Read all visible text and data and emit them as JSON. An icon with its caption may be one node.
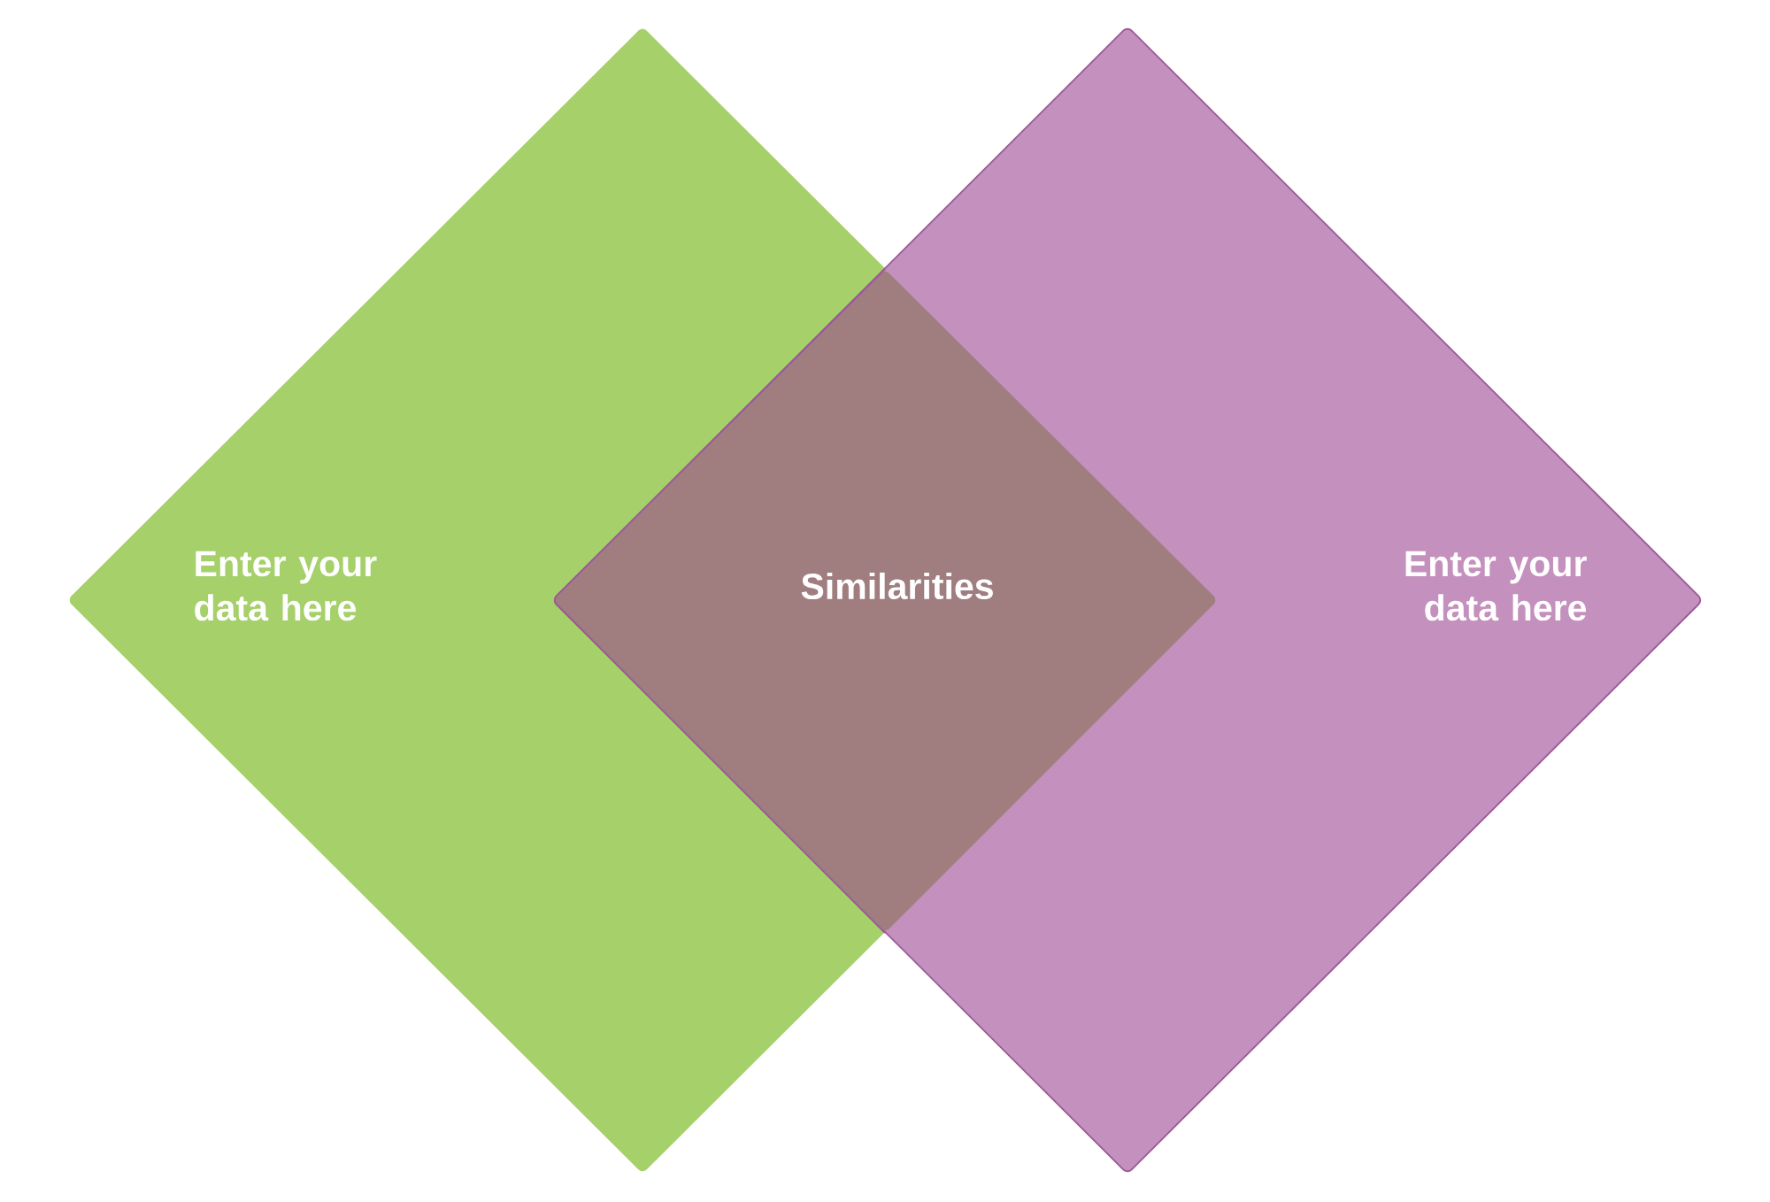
{
  "diagram": {
    "nodes": [
      {
        "text": [
          "Enter your data here"
        ]
      },
      {
        "text": [
          "Enter your data here"
        ]
      },
      {
        "text": [
          "Similarities"
        ]
      }
    ]
  }
}
